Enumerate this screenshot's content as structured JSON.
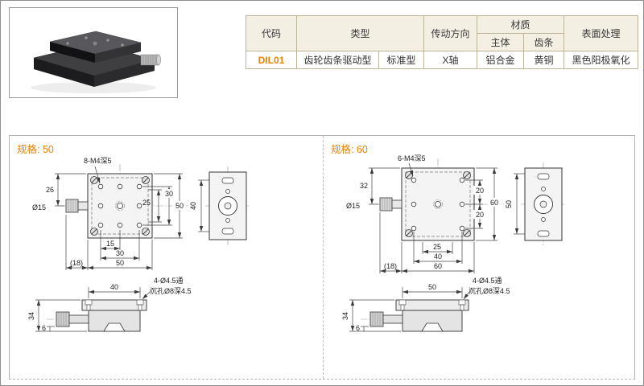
{
  "page": {
    "accent_color": "#f07f00"
  },
  "product_table": {
    "headers": {
      "code": "代码",
      "type": "类型",
      "drive": "传动方向",
      "material": "材质",
      "material_body": "主体",
      "material_rack": "齿条",
      "surface": "表面处理"
    },
    "row": {
      "code": "DIL01",
      "type_main": "齿轮齿条驱动型",
      "type_sub": "标准型",
      "drive": "X轴",
      "body": "铝合金",
      "rack": "黄铜",
      "surface": "黑色阳极氧化"
    }
  },
  "spec50": {
    "title": "规格: 50",
    "plan": {
      "hole_label": "8-M4深5",
      "dim_left": "26",
      "knob_dia": "Ø15",
      "dim_r_inner": "25",
      "dim_r_mid": "30",
      "dim_r_outer": "50",
      "dim_b_inner": "15",
      "dim_b_mid": "30",
      "dim_b_outer": "50",
      "dim_knob": "(18)"
    },
    "side": {
      "dim_height": "40"
    },
    "bottom": {
      "dim_pitch": "40",
      "note_line1": "4-Ø4.5通",
      "note_line2": "沉孔Ø8深4.5",
      "dim_height": "34",
      "dim_offset": "6"
    }
  },
  "spec60": {
    "title": "规格: 60",
    "plan": {
      "hole_label": "6-M4深5",
      "dim_left": "32",
      "knob_dia": "Ø15",
      "dim_r_upper": "20",
      "dim_r_lower": "20",
      "dim_r_outer": "60",
      "dim_b_inner": "25",
      "dim_b_mid": "40",
      "dim_b_outer": "60",
      "dim_knob": "(18)"
    },
    "side": {
      "dim_height": "50"
    },
    "bottom": {
      "dim_pitch": "50",
      "note_line1": "4-Ø4.5通",
      "note_line2": "沉孔Ø8深4.5",
      "dim_height": "34",
      "dim_offset": "6"
    }
  }
}
